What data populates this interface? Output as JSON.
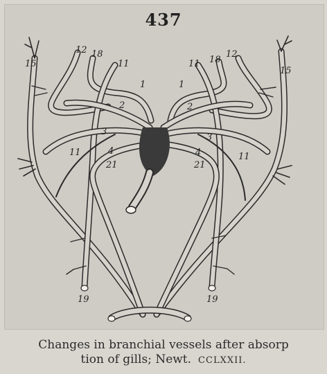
{
  "figure": {
    "number": "437",
    "vessel_labels": {
      "left_top_a": "12",
      "left_top_b": "18",
      "left_11_top": "11",
      "left_15": "15",
      "left_1": "1",
      "left_2": "2",
      "left_3": "3",
      "left_4": "4",
      "left_11_mid": "11",
      "left_21": "21",
      "left_19": "19",
      "right_top_a": "18",
      "right_top_b": "12",
      "right_11_top": "11",
      "right_15": "15",
      "right_1": "1",
      "right_2": "2",
      "right_3": "3",
      "right_4": "4",
      "right_21": "21",
      "right_11_mid": "11",
      "right_19": "19"
    }
  },
  "caption": {
    "line1": "Changes in branchial vessels after absorp",
    "line2": "tion of gills; Newt.",
    "plate": "CCLXXII."
  }
}
